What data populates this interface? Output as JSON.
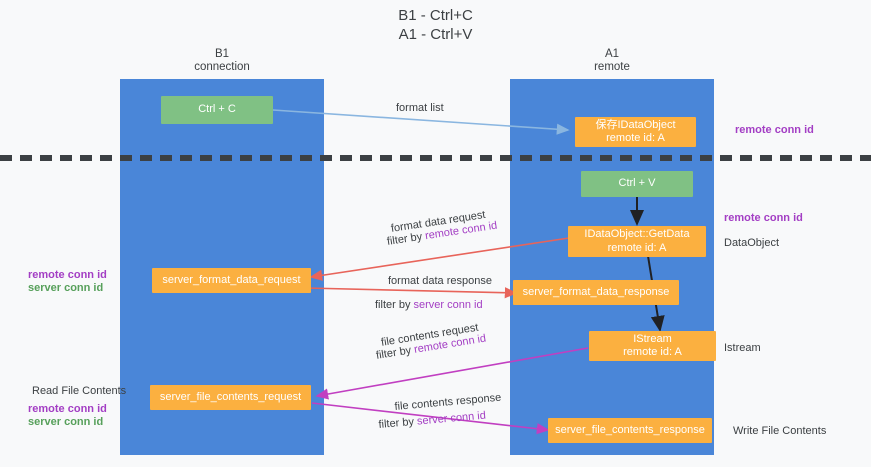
{
  "title": {
    "line1": "B1 - Ctrl+C",
    "line2": "A1 - Ctrl+V"
  },
  "columns": [
    {
      "name": "b1",
      "line1": "B1",
      "line2": "connection",
      "color": "#4a86d8"
    },
    {
      "name": "a1",
      "line1": "A1",
      "line2": "remote",
      "color": "#4a86d8"
    }
  ],
  "nodes": {
    "ctrl_c": {
      "label": "Ctrl + C",
      "color": "#80c184"
    },
    "save_idataobject": {
      "line1": "保存IDataObject",
      "line2": "remote id: A",
      "color": "#fbb040"
    },
    "ctrl_v": {
      "label": "Ctrl + V",
      "color": "#80c184"
    },
    "idataobject_getdata": {
      "line1": "IDataObject::GetData",
      "line2": "remote id: A",
      "color": "#fbb040"
    },
    "server_format_data_request": {
      "label": "server_format_data_request",
      "color": "#fbb040"
    },
    "server_format_data_response": {
      "label": "server_format_data_response",
      "color": "#fbb040"
    },
    "istream": {
      "line1": "IStream",
      "line2": "remote id: A",
      "color": "#fbb040"
    },
    "server_file_contents_request": {
      "label": "server_file_contents_request",
      "color": "#fbb040"
    },
    "server_file_contents_response": {
      "label": "server_file_contents_response",
      "color": "#fbb040"
    }
  },
  "edge_labels": {
    "format_list": "format list",
    "format_data_request": "format data request",
    "format_data_request_filter_prefix": "filter by ",
    "format_data_request_filter_key": "remote conn id",
    "format_data_response": "format data response",
    "format_data_response_filter_prefix": "filter by ",
    "format_data_response_filter_key": "server conn id",
    "file_contents_request": "file contents request",
    "file_contents_request_filter_prefix": "filter by ",
    "file_contents_request_filter_key": "remote conn id",
    "file_contents_response": "file contents response",
    "file_contents_response_filter_prefix": "filter by ",
    "file_contents_response_filter_key": "server conn id"
  },
  "annotations": {
    "right_top_remote_conn_id": "remote conn id",
    "right_mid_remote_conn_id": "remote conn id",
    "right_dataobject": "DataObject",
    "right_istream": "Istream",
    "right_write_file_contents": "Write File Contents",
    "left_remote_conn_id_1": "remote conn id",
    "left_server_conn_id_1": "server conn id",
    "left_read_file_contents": "Read File Contents",
    "left_remote_conn_id_2": "remote conn id",
    "left_server_conn_id_2": "server conn id"
  },
  "colors": {
    "column_blue": "#4a86d8",
    "node_green": "#80c184",
    "node_orange": "#fbb040",
    "purple": "#a33ec4",
    "green_text": "#57a05b",
    "arrow_lightblue": "#8ab6e0",
    "arrow_red": "#e8645a",
    "arrow_black": "#202124",
    "arrow_magenta": "#c13fc1",
    "background": "#f8f9fa"
  }
}
